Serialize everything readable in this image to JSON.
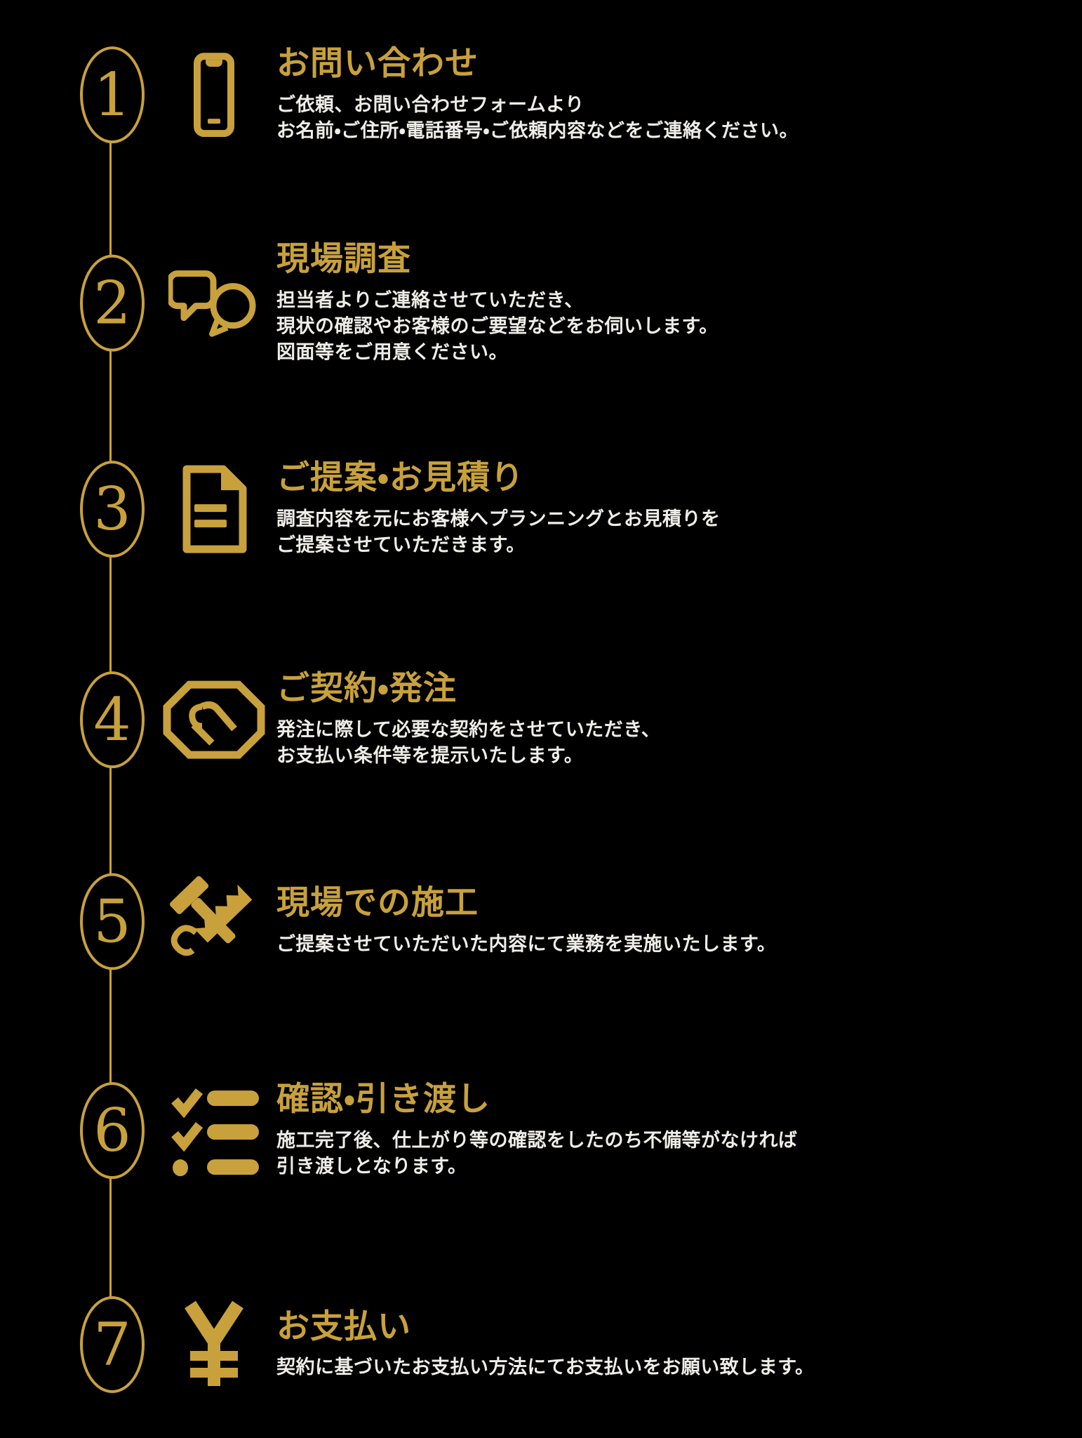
{
  "page": {
    "background": "#000000",
    "accent_gold": "#C8A13C",
    "text_white": "#EFEDE8"
  },
  "steps": [
    {
      "number": "1",
      "icon": "smartphone-icon",
      "title": "お問い合わせ",
      "desc": [
        "ご依頼、お問い合わせフォームより",
        "お名前・ご住所・電話番号・ご依頼内容などをご連絡ください。"
      ]
    },
    {
      "number": "2",
      "icon": "speech-bubbles-icon",
      "title": "現場調査",
      "desc": [
        "担当者よりご連絡させていただき、",
        "現状の確認やお客様のご要望などをお伺いします。",
        "図面等をご用意ください。"
      ]
    },
    {
      "number": "3",
      "icon": "document-icon",
      "title": "ご提案・お見積り",
      "desc": [
        "調査内容を元にお客様へプランニングとお見積りを",
        "ご提案させていただきます。"
      ]
    },
    {
      "number": "4",
      "icon": "handshake-icon",
      "title": "ご契約・発注",
      "desc": [
        "発注に際して必要な契約をさせていただき、",
        "お支払い条件等を提示いたします。"
      ]
    },
    {
      "number": "5",
      "icon": "hammer-saw-icon",
      "title": "現場での施工",
      "desc": [
        "ご提案させていただいた内容にて業務を実施いたします。"
      ]
    },
    {
      "number": "6",
      "icon": "checklist-icon",
      "title": "確認・引き渡し",
      "desc": [
        "施工完了後、仕上がり等の確認をしたのち不備等がなければ",
        "引き渡しとなります。"
      ]
    },
    {
      "number": "7",
      "icon": "yen-icon",
      "title": "お支払い",
      "desc": [
        "契約に基づいたお支払い方法にてお支払いをお願い致します。"
      ]
    }
  ]
}
